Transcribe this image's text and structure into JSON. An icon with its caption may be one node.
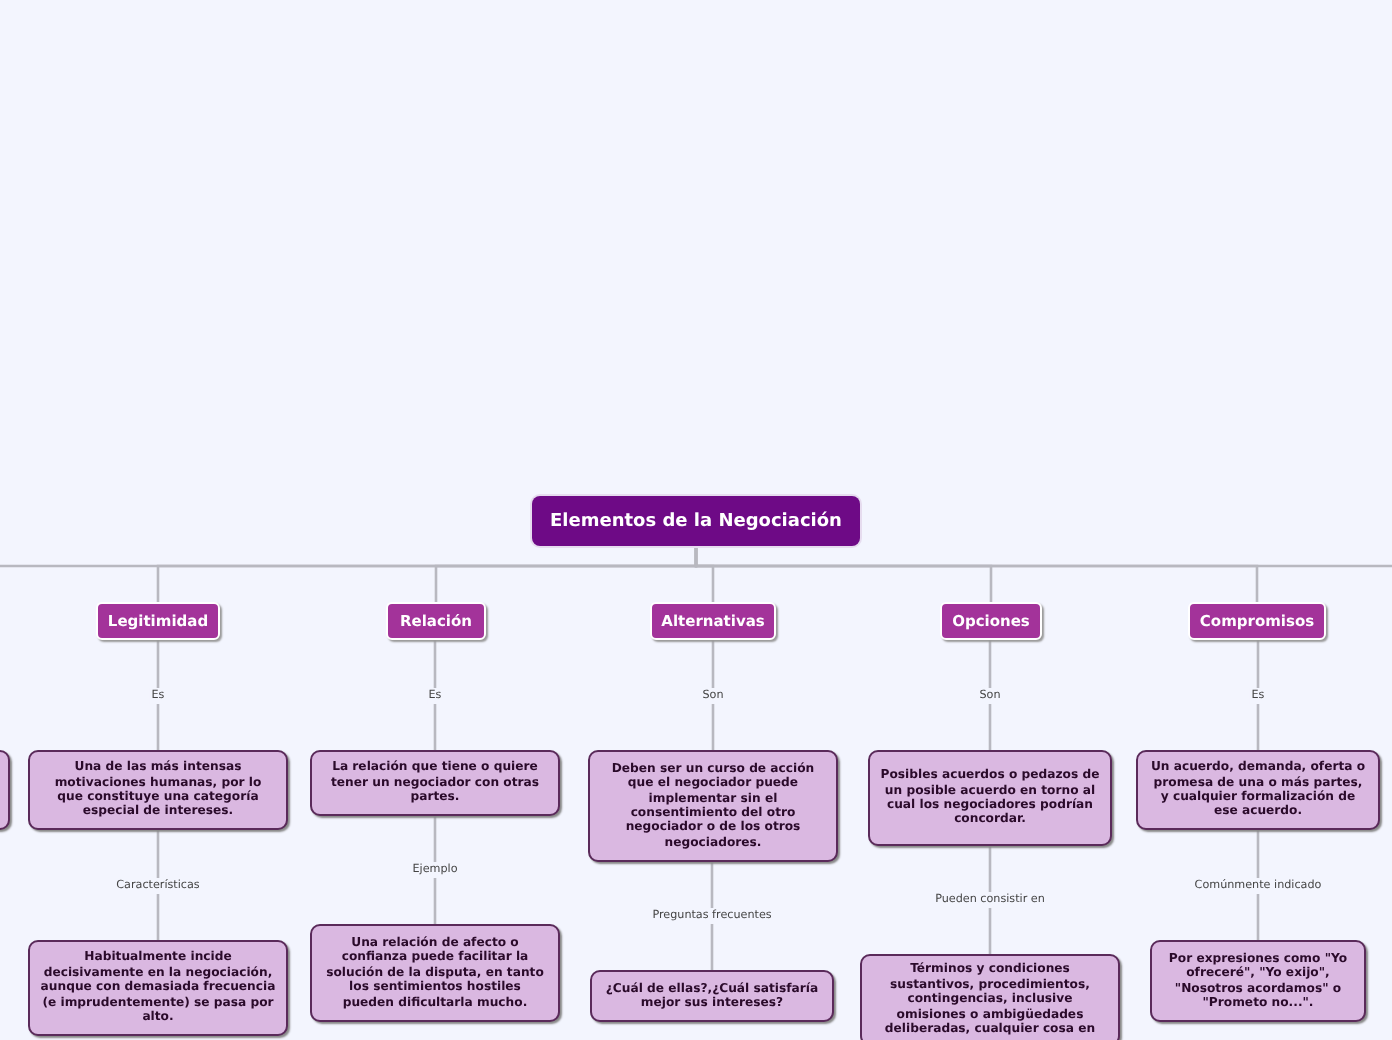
{
  "diagram": {
    "nodes": [
      {
        "text": [
          "Elementos de la Negociación"
        ]
      },
      {
        "text": [
          "Legitimidad"
        ]
      },
      {
        "text": [
          "Relación"
        ]
      },
      {
        "text": [
          "Alternativas"
        ]
      },
      {
        "text": [
          "Opciones"
        ]
      },
      {
        "text": [
          "Compromisos"
        ]
      },
      {
        "text": [],
        "shape": "box"
      },
      {
        "text": [
          "Una de las más intensas motivaciones humanas, por lo que constituye una categoría especial de intereses."
        ]
      },
      {
        "text": [
          "La relación que tiene o quiere tener un negociador con otras partes."
        ]
      },
      {
        "text": [
          "Deben ser un curso de acción que el negociador puede implementar sin el consentimiento del otro negociador o de los otros negociadores."
        ]
      },
      {
        "text": [
          "Posibles acuerdos o pedazos de un posible acuerdo en torno al cual los negociadores podrían concordar."
        ]
      },
      {
        "text": [
          "Un acuerdo, demanda, oferta o promesa de una o más partes, y cualquier formalización de ese acuerdo."
        ]
      },
      {
        "text": [
          "Habitualmente incide decisivamente en la negociación, aunque con demasiada frecuencia (e imprudentemente) se pasa por alto."
        ]
      },
      {
        "text": [
          "Una relación de afecto o confianza puede facilitar la solución de la disputa, en tanto los sentimientos hostiles pueden dificultarla mucho."
        ]
      },
      {
        "text": [
          "¿Cuál de ellas?,¿Cuál satisfaría mejor sus intereses?"
        ]
      },
      {
        "text": [
          "Términos y condiciones sustantivos, procedimientos, contingencias, inclusive omisiones o ambigüedades deliberadas, cualquier cosa en"
        ]
      },
      {
        "text": [
          "Por expresiones como \"Yo ofreceré\", \"Yo exijo\", \"Nosotros acordamos\" o \"Prometo no...\"."
        ]
      }
    ],
    "edges": [
      {
        "from": 0,
        "to": 1,
        "arrow": "none"
      },
      {
        "from": 0,
        "to": 2,
        "arrow": "none"
      },
      {
        "from": 0,
        "to": 3,
        "arrow": "none"
      },
      {
        "from": 0,
        "to": 4,
        "arrow": "none"
      },
      {
        "from": 0,
        "to": 5,
        "arrow": "none"
      },
      {
        "from": 0,
        "to": null,
        "arrow": "none"
      },
      {
        "from": 0,
        "to": null,
        "arrow": "none"
      },
      {
        "from": 1,
        "to": 7,
        "label": "Es",
        "arrow": "none"
      },
      {
        "from": 2,
        "to": 8,
        "label": "Es",
        "arrow": "none"
      },
      {
        "from": 3,
        "to": 9,
        "label": "Son",
        "arrow": "none"
      },
      {
        "from": 4,
        "to": 10,
        "label": "Son",
        "arrow": "none"
      },
      {
        "from": 5,
        "to": 11,
        "label": "Es",
        "arrow": "none"
      },
      {
        "from": 7,
        "to": 12,
        "label": "Características",
        "arrow": "none"
      },
      {
        "from": 8,
        "to": 13,
        "label": "Ejemplo",
        "arrow": "none"
      },
      {
        "from": 9,
        "to": 14,
        "label": "Preguntas frecuentes",
        "arrow": "none"
      },
      {
        "from": 10,
        "to": 15,
        "label": "Pueden consistir en",
        "arrow": "none"
      },
      {
        "from": 11,
        "to": 16,
        "label": "Comúnmente indicado",
        "arrow": "none"
      }
    ]
  }
}
